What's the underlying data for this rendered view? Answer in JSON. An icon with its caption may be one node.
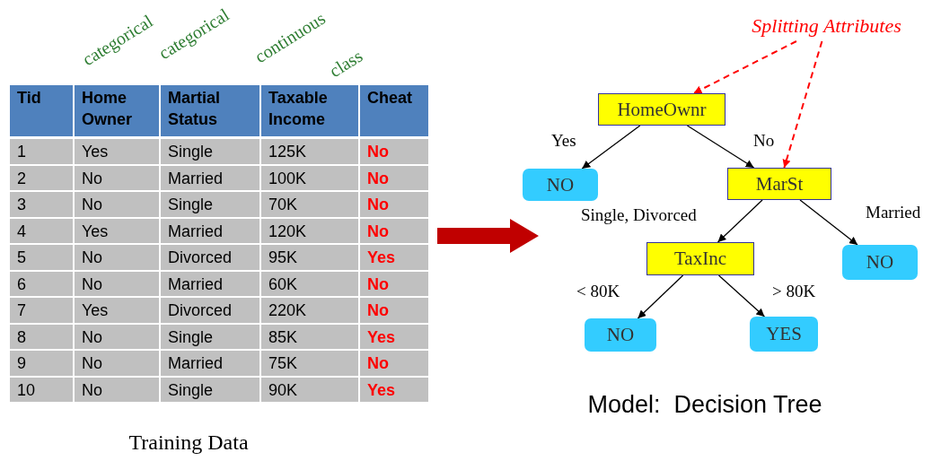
{
  "diagram": {
    "nodes": [
      {
        "text": [
          "Splitting Attributes"
        ]
      },
      {
        "text": [
          "HomeOwnr"
        ]
      },
      {
        "text": [
          "NO"
        ]
      },
      {
        "text": [
          "MarSt"
        ]
      },
      {
        "text": [
          "TaxInc"
        ]
      },
      {
        "text": [
          "NO"
        ]
      },
      {
        "text": [
          "NO"
        ]
      },
      {
        "text": [
          "YES"
        ]
      }
    ],
    "edges": [
      {
        "from": 0,
        "to": 1,
        "arrow": "to",
        "style": "dashed",
        "color": "#ff0000"
      },
      {
        "from": 0,
        "to": 3,
        "arrow": "to",
        "style": "dashed",
        "color": "#ff0000"
      },
      {
        "from": 1,
        "to": 2,
        "arrow": "to",
        "label": "Yes"
      },
      {
        "from": 1,
        "to": 3,
        "arrow": "to",
        "label": "No"
      },
      {
        "from": 3,
        "to": 4,
        "arrow": "to",
        "label": "Single, Divorced"
      },
      {
        "from": 3,
        "to": 5,
        "arrow": "to",
        "label": "Married"
      },
      {
        "from": 4,
        "to": 6,
        "arrow": "to",
        "label": "< 80K"
      },
      {
        "from": 4,
        "to": 7,
        "arrow": "to",
        "label": "> 80K"
      }
    ],
    "labels": [
      "categorical",
      "categorical",
      "continuous",
      "class",
      "Tid",
      "Home Owner",
      "Martial Status",
      "Taxable Income",
      "Cheat",
      "1",
      "Yes",
      "Single",
      "125K",
      "No",
      "2",
      "No",
      "Married",
      "100K",
      "No",
      "3",
      "No",
      "Single",
      "70K",
      "No",
      "4",
      "Yes",
      "Married",
      "120K",
      "No",
      "5",
      "No",
      "Divorced",
      "95K",
      "Yes",
      "6",
      "No",
      "Married",
      "60K",
      "No",
      "7",
      "Yes",
      "Divorced",
      "220K",
      "No",
      "8",
      "No",
      "Single",
      "85K",
      "Yes",
      "9",
      "No",
      "Married",
      "75K",
      "No",
      "10",
      "No",
      "Single",
      "90K",
      "Yes",
      "Training Data",
      "Model:  Decision Tree"
    ]
  }
}
